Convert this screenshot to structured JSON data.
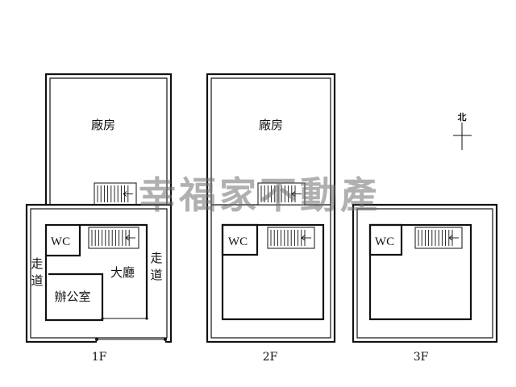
{
  "floors": {
    "f1": {
      "label": "1F",
      "factory_label": "廠房",
      "wc_label": "WC",
      "hall_label": "大廳",
      "office_label": "辦公室",
      "corridor_left": [
        "走",
        "道"
      ],
      "corridor_right": [
        "走",
        "道"
      ]
    },
    "f2": {
      "label": "2F",
      "factory_label": "廠房",
      "wc_label": "WC"
    },
    "f3": {
      "label": "3F",
      "wc_label": "WC"
    }
  },
  "compass": {
    "label": "北"
  },
  "watermark": {
    "text": "幸福家不動產"
  }
}
